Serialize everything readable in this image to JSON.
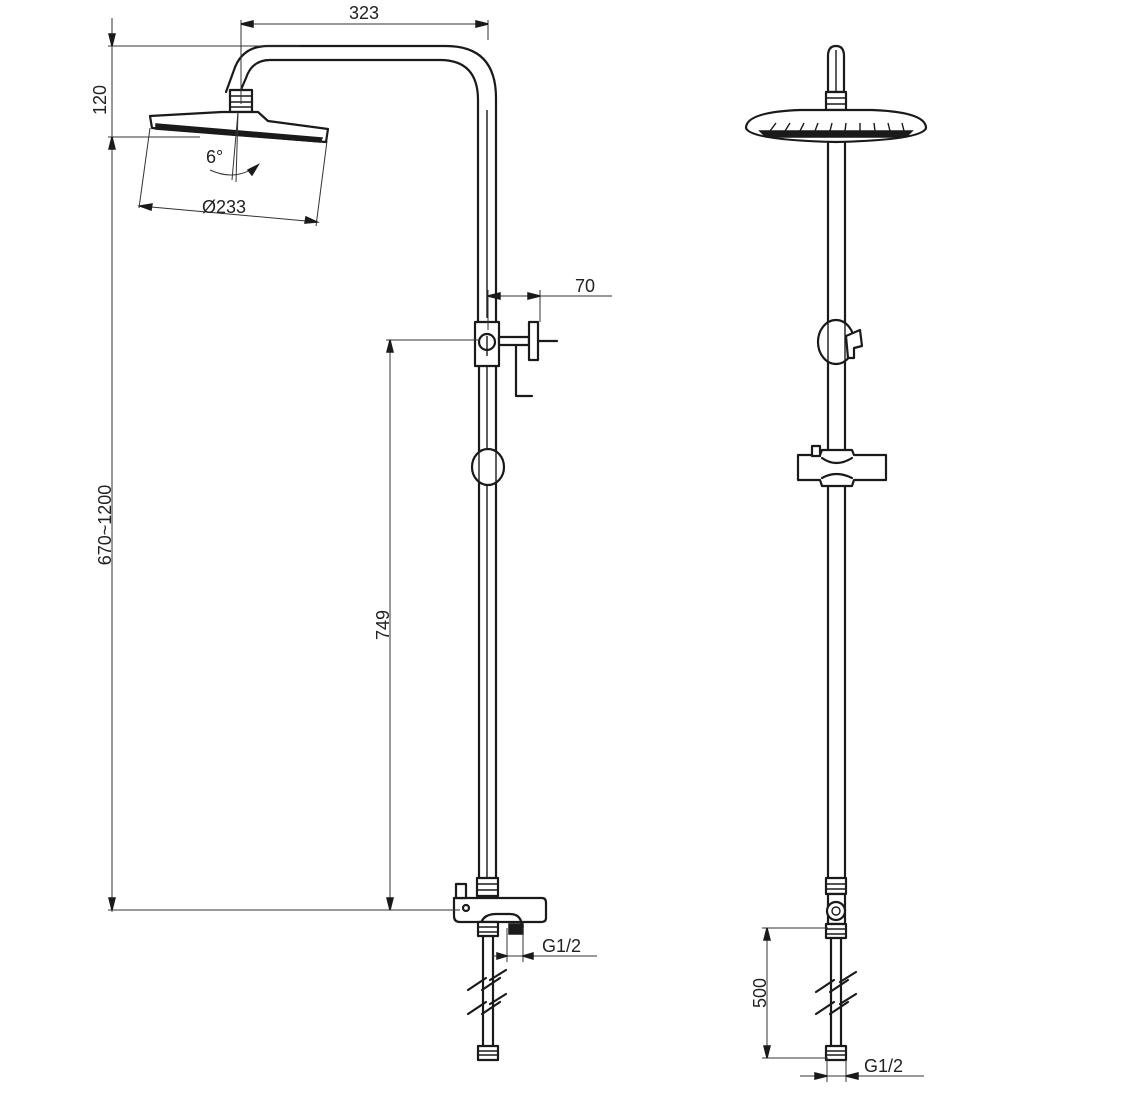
{
  "dimensions": {
    "side_view": {
      "arm_width": "323",
      "head_height": "120",
      "head_tilt": "6°",
      "head_diameter": "Ø233",
      "valve_offset": "70",
      "overall_height": "670~1200",
      "valve_height": "749",
      "inlet_thread": "G1/2"
    },
    "front_view": {
      "inlet_length": "500",
      "inlet_thread": "G1/2"
    }
  },
  "colors": {
    "line": "#1a1a1a",
    "dimension": "#333333",
    "background": "#ffffff"
  }
}
